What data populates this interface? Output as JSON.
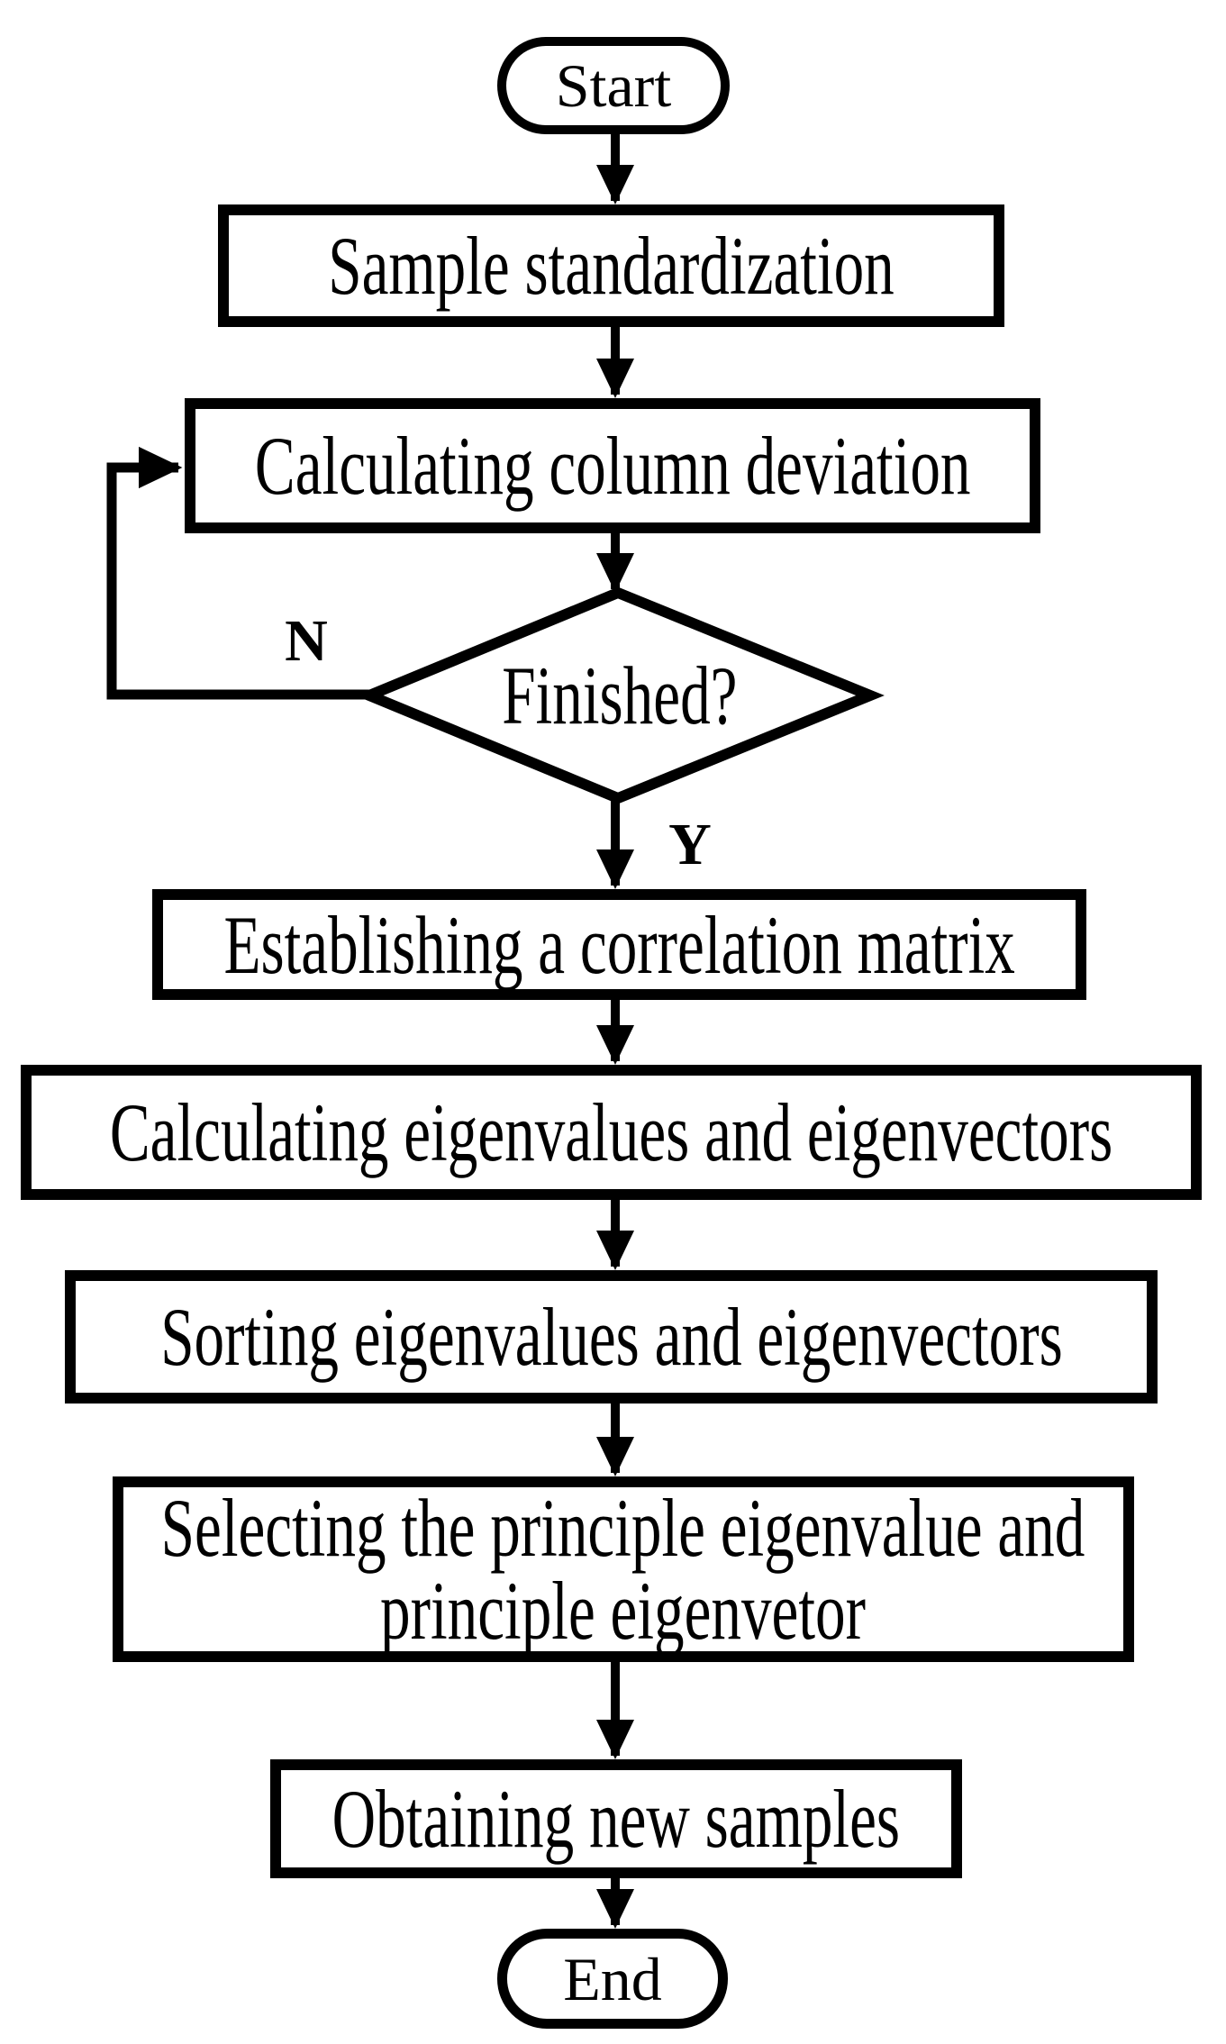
{
  "flowchart": {
    "nodes": {
      "start": {
        "type": "terminator",
        "label": "Start"
      },
      "sample": {
        "type": "process",
        "label": "Sample standardization"
      },
      "calc_deviation": {
        "type": "process",
        "label": "Calculating column deviation"
      },
      "finished": {
        "type": "decision",
        "label": "Finished?"
      },
      "establish": {
        "type": "process",
        "label": "Establishing a correlation matrix"
      },
      "calc_eigen": {
        "type": "process",
        "label": "Calculating eigenvalues and eigenvectors"
      },
      "sort_eigen": {
        "type": "process",
        "label": "Sorting eigenvalues and eigenvectors"
      },
      "select_principal": {
        "type": "process",
        "label_line1": "Selecting the principle eigenvalue and",
        "label_line2": "principle eigenvetor"
      },
      "obtain": {
        "type": "process",
        "label": "Obtaining new samples"
      },
      "end": {
        "type": "terminator",
        "label": "End"
      }
    },
    "branch_labels": {
      "no": "N",
      "yes": "Y"
    },
    "colors": {
      "stroke": "#000000",
      "fill": "#ffffff",
      "text": "#000000"
    }
  }
}
